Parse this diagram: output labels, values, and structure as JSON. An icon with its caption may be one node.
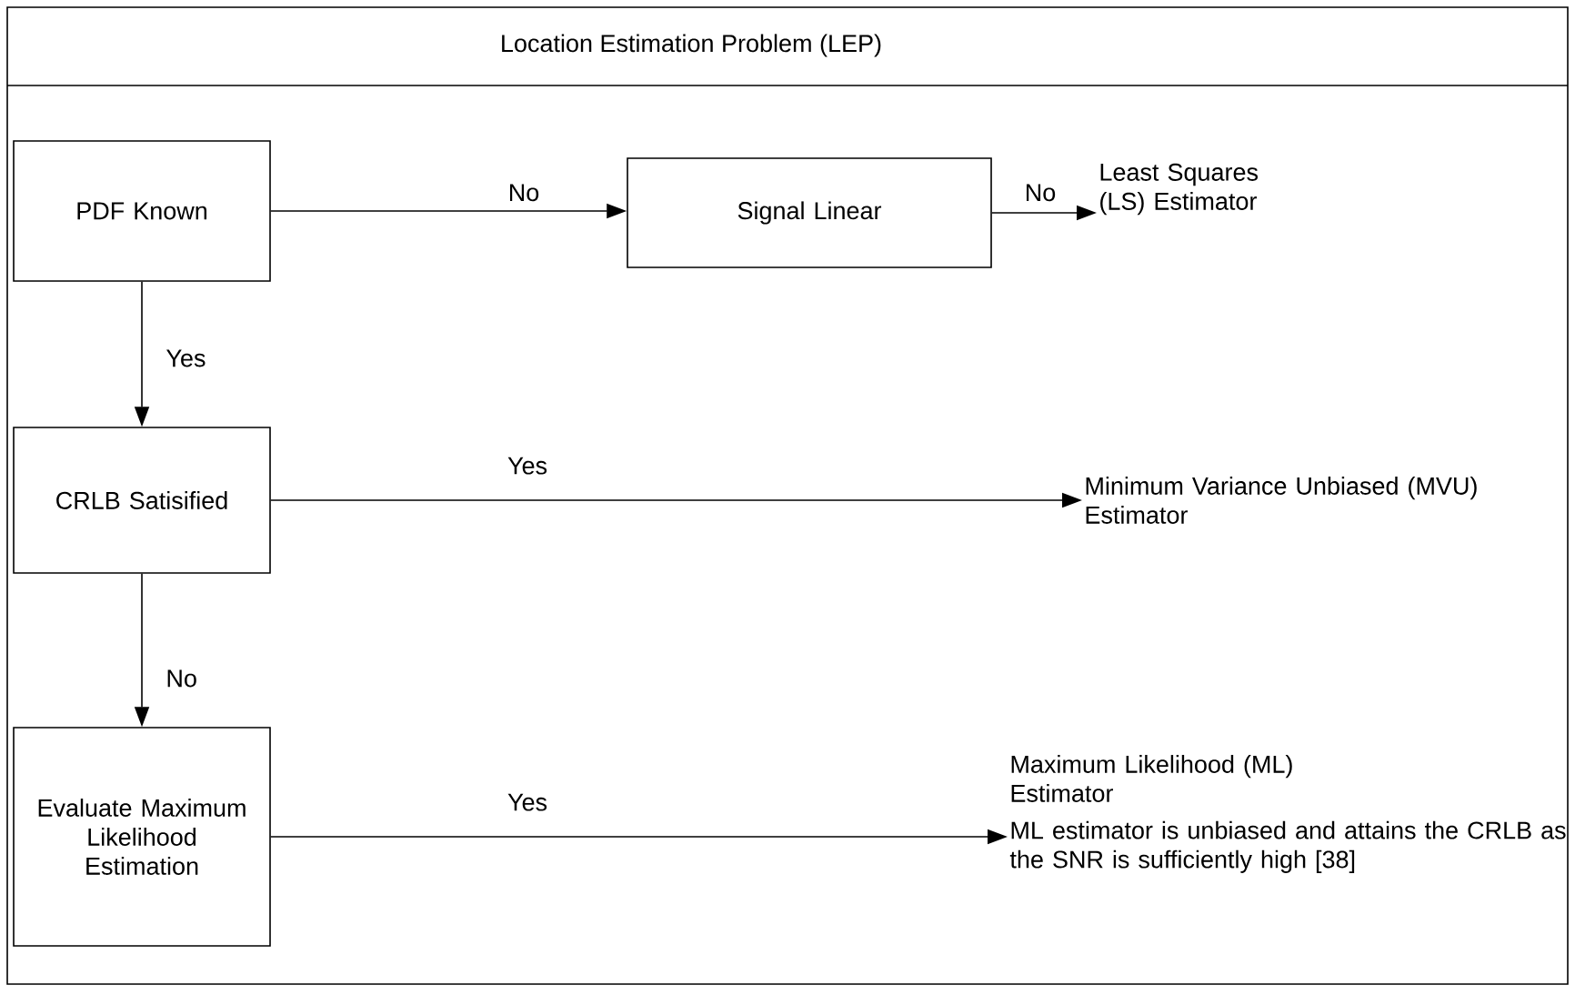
{
  "diagram": {
    "nodes": [
      {
        "text": [
          "Location Estimation Problem (LEP)"
        ]
      },
      {
        "text": [
          "PDF Known"
        ],
        "in": 0
      },
      {
        "text": [
          "Signal Linear"
        ],
        "in": 0
      },
      {
        "text": [
          "Least Squares (LS) Estimator"
        ],
        "in": 0
      },
      {
        "text": [
          "CRLB Satisified"
        ],
        "in": 0
      },
      {
        "text": [
          "Minimum Variance Unbiased (MVU) Estimator"
        ],
        "in": 0
      },
      {
        "text": [
          "Evaluate Maximum Likelihood Estimation"
        ],
        "in": 0
      },
      {
        "text": [
          "Maximum Likelihood (ML) Estimator"
        ],
        "in": 0,
        "beside": [
          "ML estimator is unbiased and attains the CRLB as the SNR is sufficiently high [38]"
        ]
      }
    ],
    "edges": [
      {
        "from": 1,
        "to": 2,
        "arrow": "to",
        "label": "No"
      },
      {
        "from": 2,
        "to": 3,
        "arrow": "to",
        "label": "No"
      },
      {
        "from": 1,
        "to": 4,
        "arrow": "to",
        "label": "Yes"
      },
      {
        "from": 4,
        "to": 5,
        "arrow": "to",
        "label": "Yes"
      },
      {
        "from": 4,
        "to": 6,
        "arrow": "to",
        "label": "No"
      },
      {
        "from": 6,
        "to": 7,
        "arrow": "to",
        "label": "Yes"
      }
    ]
  }
}
